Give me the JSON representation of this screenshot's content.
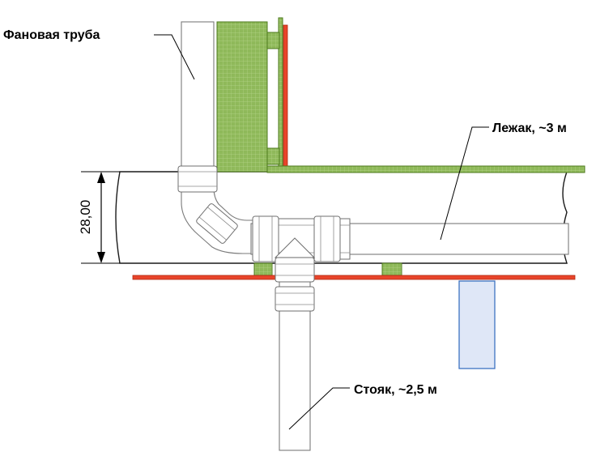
{
  "labels": {
    "vent_pipe": "Фановая труба",
    "horizontal_pipe": "Лежак, ~3 м",
    "riser": "Стояк, ~2,5 м",
    "dimension": "28,00"
  },
  "colors": {
    "insulation_fill": "#8fb95a",
    "insulation_stroke": "#4e7a1c",
    "membrane_red": "#e8442a",
    "membrane_stroke": "#b02a12",
    "blue_block": "#dfe7f7",
    "blue_block_stroke": "#3d74c2",
    "pipe_stroke": "#7a7a7a"
  }
}
